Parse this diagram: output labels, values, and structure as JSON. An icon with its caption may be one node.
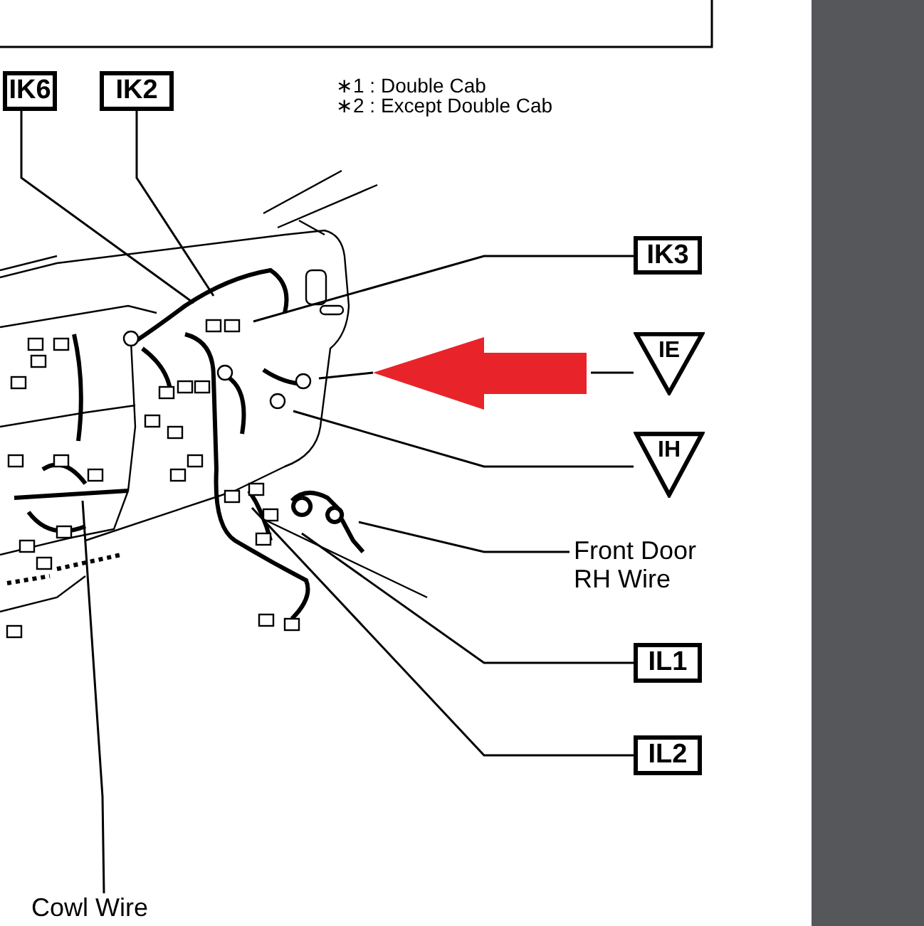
{
  "diagram": {
    "nodes": [
      {
        "text": [
          "IK6"
        ]
      },
      {
        "text": [
          "IK2"
        ]
      },
      {
        "text": [
          "IK3"
        ]
      },
      {
        "text": [
          "IE"
        ]
      },
      {
        "text": [
          "IH"
        ]
      },
      {
        "text": [
          "Front Door RH Wire"
        ]
      },
      {
        "text": [
          "IL1"
        ]
      },
      {
        "text": [
          "IL2"
        ]
      },
      {
        "text": [
          "Cowl Wire"
        ]
      }
    ],
    "edges": [
      {
        "from": 0,
        "to": null,
        "arrow": "none"
      },
      {
        "from": 1,
        "to": null,
        "arrow": "none"
      },
      {
        "from": 2,
        "to": null,
        "arrow": "none"
      },
      {
        "from": 3,
        "to": null,
        "arrow": "none"
      },
      {
        "from": 4,
        "to": null,
        "arrow": "none"
      },
      {
        "from": 5,
        "to": null,
        "arrow": "none"
      },
      {
        "from": 6,
        "to": null,
        "arrow": "none"
      },
      {
        "from": 7,
        "to": null,
        "arrow": "none"
      },
      {
        "from": 8,
        "to": null,
        "arrow": "none"
      }
    ],
    "labels": [
      "∗1 : Double Cab",
      "∗2 : Except Double Cab"
    ]
  }
}
